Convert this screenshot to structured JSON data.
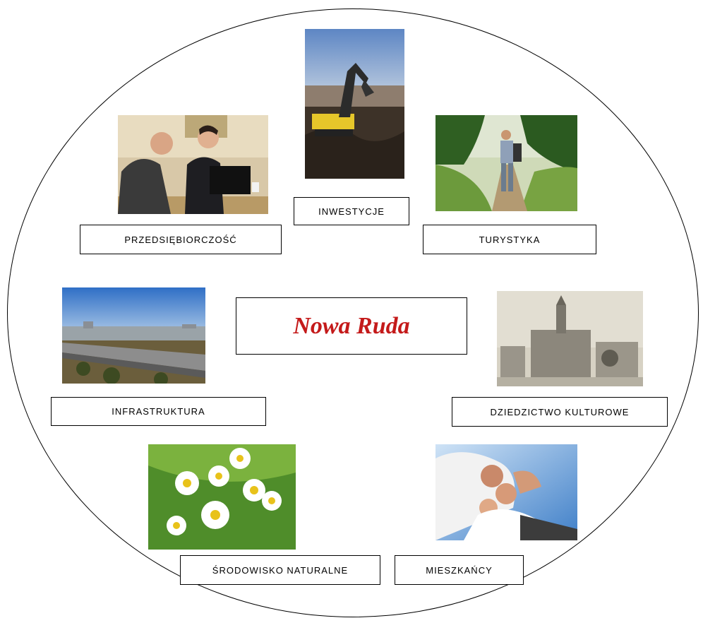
{
  "center": {
    "title": "Nowa Ruda"
  },
  "items": {
    "inwestycje": {
      "label": "INWESTYCJE"
    },
    "przedsiebiorczosc": {
      "label": "PRZEDSIĘBIORCZOŚĆ"
    },
    "turystyka": {
      "label": "TURYSTYKA"
    },
    "infrastruktura": {
      "label": "INFRASTRUKTURA"
    },
    "dziedzictwo": {
      "label": "DZIEDZICTWO KULTUROWE"
    },
    "srodowisko": {
      "label": "ŚRODOWISKO NATURALNE"
    },
    "mieszkancy": {
      "label": "MIESZKAŃCY"
    }
  }
}
